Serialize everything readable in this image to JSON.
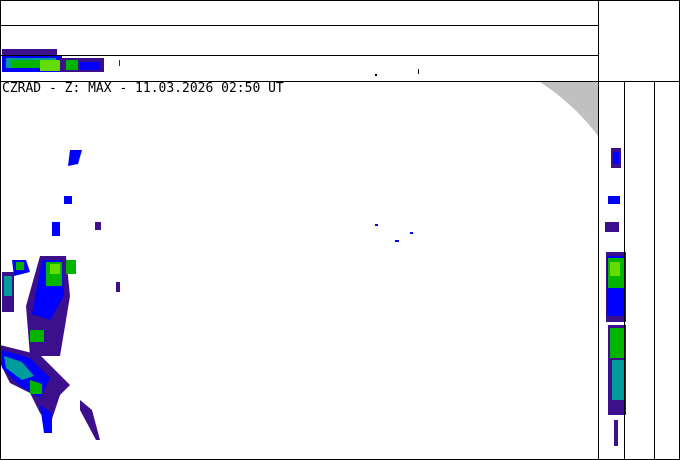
{
  "title": "CZRAD - Z: MAX - 11.03.2026 02:50 UT",
  "colors": {
    "weak": "#3c0f8c",
    "light": "#0000ff",
    "mid": "#009c9c",
    "green": "#00b400",
    "bright": "#64dc00",
    "outside": "#c0c0c0"
  },
  "panels": [
    "top-projection",
    "map-view",
    "side-projection"
  ]
}
